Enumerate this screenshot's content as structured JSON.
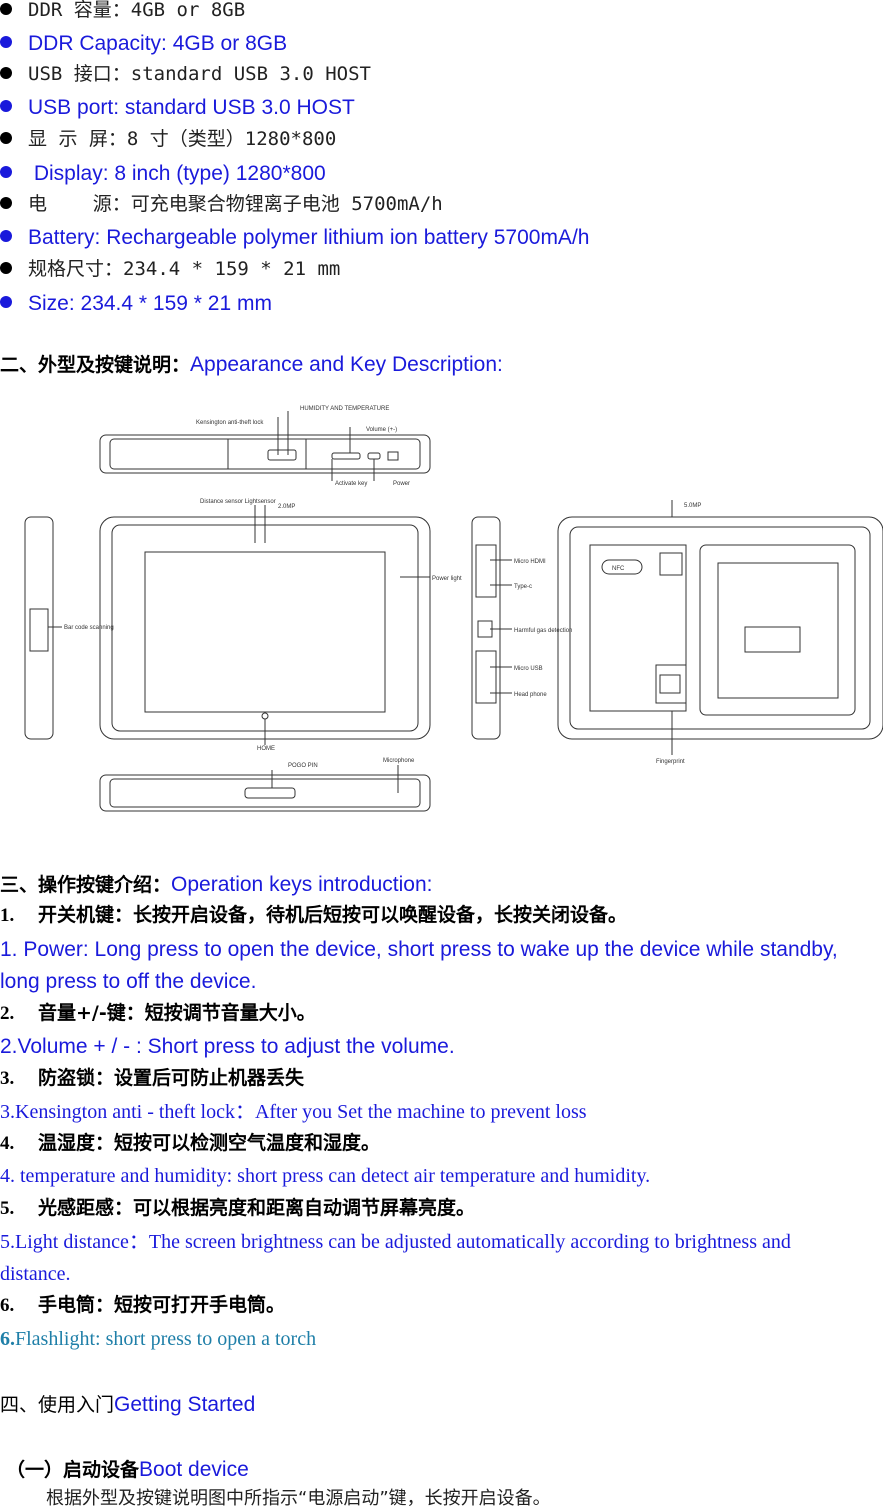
{
  "specs": [
    {
      "cn": "DDR 容量：4GB or 8GB",
      "en": "DDR Capacity: 4GB or 8GB"
    },
    {
      "cn": "USB 接口：standard USB 3.0 HOST",
      "en": "USB port: standard USB 3.0 HOST"
    },
    {
      "cn": "显 示 屏：8 寸（类型）1280*800",
      "en": " Display: 8 inch (type) 1280*800"
    },
    {
      "cn": "电    源：可充电聚合物锂离子电池 5700mA/h",
      "en": "Battery: Rechargeable polymer lithium ion battery 5700mA/h"
    },
    {
      "cn": "规格尺寸：234.4 * 159 * 21 mm",
      "en": "Size: 234.4 * 159 * 21 mm"
    }
  ],
  "section2": {
    "cn": "二、外型及按键说明：",
    "en": "Appearance and Key Description:"
  },
  "diagram_labels": {
    "kensington": "Kensington anti-theft lock",
    "humidity": "HUMIDITY AND TEMPERATURE",
    "volume": "Volume (+-)",
    "activate": "Activate key",
    "power": "Power",
    "distance": "Distance sensor Lightsensor",
    "cam2": "2.0MP",
    "powerlight": "Power light",
    "barcode": "Bar code scanning",
    "home": "HOME",
    "pogo": "POGO PIN",
    "mic": "Microphone",
    "hdmi": "Micro HDMI",
    "typec": "Type-c",
    "gas": "Harmful gas detection",
    "microusb": "Micro USB",
    "headphone": "Head phone",
    "cam5": "5.0MP",
    "nfc": "NFC",
    "fingerprint": "Fingerprint"
  },
  "section3": {
    "cn": "三、操作按键介绍：",
    "en": "Operation keys introduction:"
  },
  "keys": [
    {
      "num": "1.",
      "cn": "开关机键：长按开启设备，待机后短按可以唤醒设备，长按关闭设备。",
      "en1": "1. Power: Long press to open the device, short press to wake up the device while standby,",
      "en2": "long press to off the device."
    },
    {
      "num": "2.",
      "cn": "音量+/-键：短按调节音量大小。",
      "en1": "2.Volume + / - : Short press to adjust the volume."
    },
    {
      "num": "3.",
      "cn": "防盗锁：设置后可防止机器丢失",
      "en1": "3.Kensington anti - theft lock：After you Set the machine to prevent loss"
    },
    {
      "num": "4.",
      "cn": "温湿度：短按可以检测空气温度和湿度。",
      "en1": "4. temperature and humidity: short press can detect air temperature and humidity."
    },
    {
      "num": "5.",
      "cn": "光感距感：可以根据亮度和距离自动调节屏幕亮度。",
      "en1": "5.Light distance：The screen brightness can be adjusted automatically according to brightness and",
      "en2": "distance."
    },
    {
      "num": "6.",
      "cn": "手电筒：短按可打开手电筒。",
      "en_num": "6.",
      "en1": "Flashlight: short press to open a torch"
    }
  ],
  "section4": {
    "cn": "四、使用入门",
    "en": "Getting Started"
  },
  "sub1": {
    "cn": "（一）启动设备",
    "en": "Boot device"
  },
  "last_line": "根据外型及按键说明图中所指示“电源启动”键，长按开启设备。"
}
